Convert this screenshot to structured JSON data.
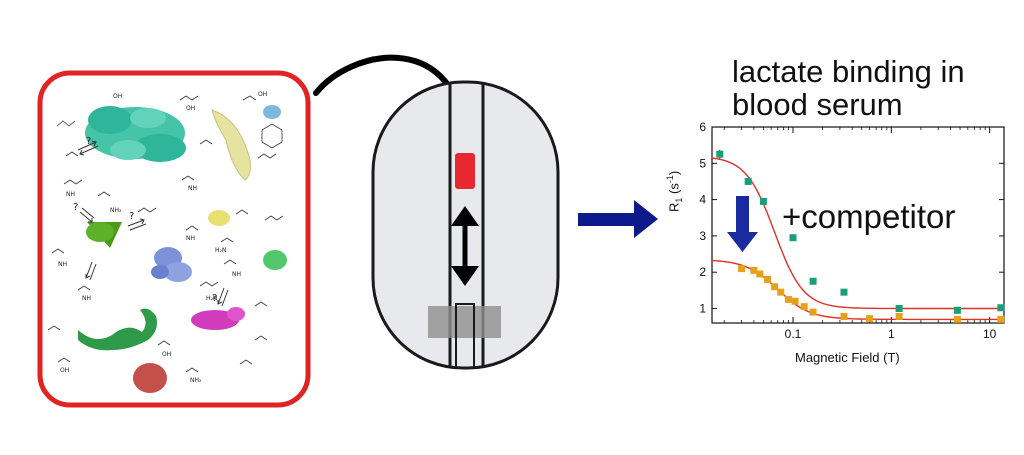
{
  "headline": "lactate binding in blood serum",
  "headline_lines": [
    "lactate binding in",
    "blood serum"
  ],
  "competitor_label": "+competitor",
  "colors": {
    "serum_frame": "#e02424",
    "sample_marker": "#e8282f",
    "process_arrow": "#0d1a8c",
    "shift_arrow": "#1a2aa0",
    "series_serum": "#1a9e78",
    "series_competitor": "#e6a11a",
    "fit_line": "#e0302a"
  },
  "icons": {
    "process_arrow": "right-arrow-icon",
    "shift_arrow": "down-arrow-icon",
    "shuttle_arrow": "double-arrow-icon"
  },
  "question_mark": "?",
  "chart_data": {
    "type": "scatter",
    "xlabel": "Magnetic Field (T)",
    "ylabel_main": "R",
    "ylabel_sub": "1",
    "ylabel_unit_pre": " (s",
    "ylabel_unit_sup": "-1",
    "ylabel_unit_post": ")",
    "x_scale": "log",
    "xlim": [
      0.015,
      14
    ],
    "ylim": [
      0.6,
      6
    ],
    "x_ticks": [
      0.1,
      1,
      10
    ],
    "x_tick_labels": [
      "0.1",
      "1",
      "10"
    ],
    "y_ticks": [
      1,
      2,
      3,
      4,
      5,
      6
    ],
    "y_tick_labels": [
      "1",
      "2",
      "3",
      "4",
      "5",
      "6"
    ],
    "grid": false,
    "series": [
      {
        "x": [
          0.018,
          0.035,
          0.05,
          0.1,
          0.16,
          0.33,
          1.2,
          4.7,
          13
        ],
        "y": [
          5.25,
          4.5,
          3.95,
          2.95,
          1.75,
          1.45,
          1.0,
          0.95,
          1.02
        ],
        "error": [
          0.12,
          0.05,
          0.05,
          0.05,
          0.05,
          0.05,
          0.04,
          0.04,
          0.04
        ]
      },
      {
        "x": [
          0.03,
          0.04,
          0.046,
          0.055,
          0.065,
          0.075,
          0.09,
          0.105,
          0.13,
          0.16,
          0.33,
          0.6,
          1.2,
          4.7,
          13
        ],
        "y": [
          2.1,
          2.05,
          1.95,
          1.8,
          1.6,
          1.45,
          1.25,
          1.2,
          1.05,
          0.9,
          0.78,
          0.72,
          0.78,
          0.7,
          0.7
        ]
      }
    ],
    "fits": [
      {
        "low": 5.2,
        "high": 1.0,
        "corner": 0.065,
        "width": 0.32
      },
      {
        "low": 2.35,
        "high": 0.7,
        "corner": 0.07,
        "width": 0.36
      }
    ]
  }
}
